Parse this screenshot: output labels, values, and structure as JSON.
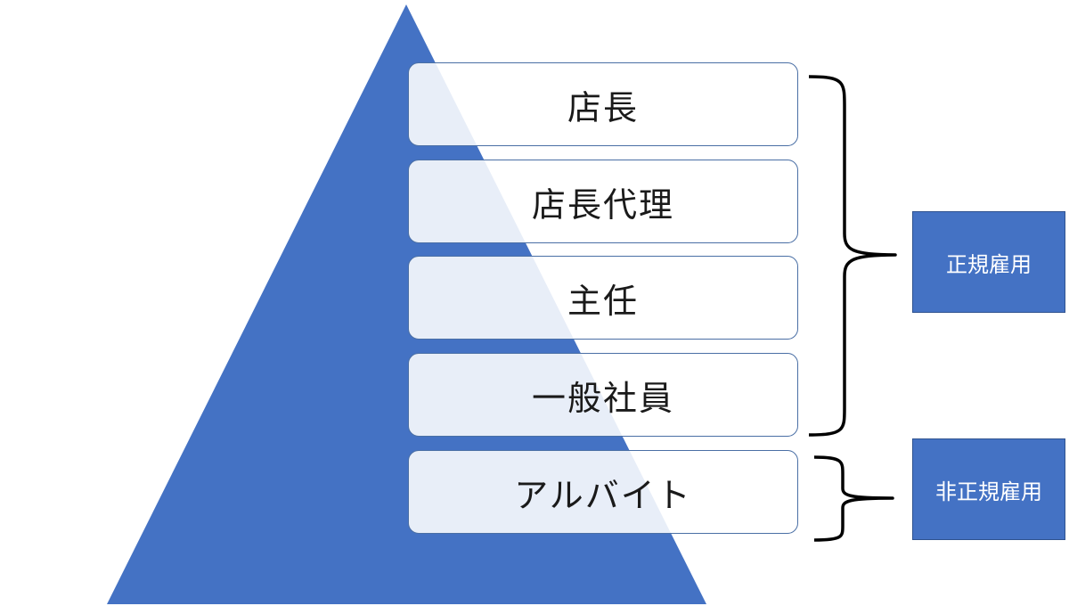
{
  "diagram": {
    "levels": [
      {
        "label": "店長"
      },
      {
        "label": "店長代理"
      },
      {
        "label": "主任"
      },
      {
        "label": "一般社員"
      },
      {
        "label": "アルバイト"
      }
    ],
    "categories": [
      {
        "label": "正規雇用",
        "covers_levels": [
          "店長",
          "店長代理",
          "主任",
          "一般社員"
        ]
      },
      {
        "label": "非正規雇用",
        "covers_levels": [
          "アルバイト"
        ]
      }
    ],
    "colors": {
      "pyramid": "#4472c4",
      "category_fill": "#4472c4",
      "box_border": "#4a6fa5",
      "bracket": "#000000"
    }
  }
}
